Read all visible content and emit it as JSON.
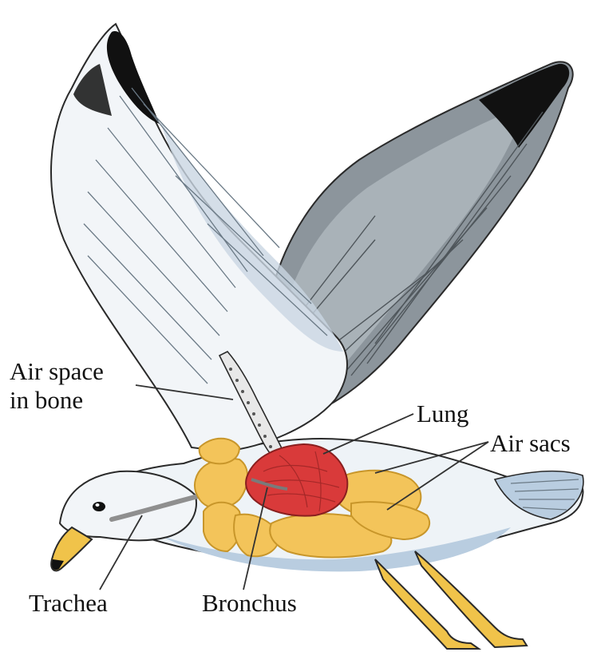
{
  "diagram": {
    "labels": {
      "air_space_line1": "Air space",
      "air_space_line2": "in bone",
      "lung": "Lung",
      "air_sacs": "Air sacs",
      "trachea": "Trachea",
      "bronchus": "Bronchus"
    },
    "colors": {
      "background": "#ffffff",
      "wing_white": "#f2f5f8",
      "wing_shadow": "#c9d6e2",
      "wing_gray": "#8c959c",
      "wing_gray_dark": "#4f565b",
      "wingtip_black": "#111111",
      "body_white": "#eef3f7",
      "body_blue": "#b9cde0",
      "lung_red": "#d93a3a",
      "air_sac_yellow": "#f3c45a",
      "air_sac_edge": "#c8962a",
      "beak_leg_yellow": "#f0c34a",
      "outline": "#2a2a2a"
    }
  }
}
